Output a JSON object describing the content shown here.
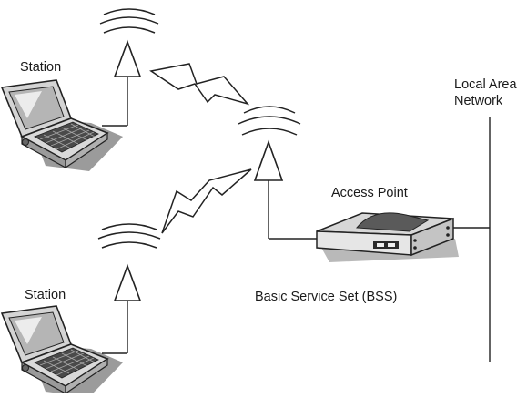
{
  "labels": {
    "station_top": "Station",
    "station_bottom": "Station",
    "access_point": "Access Point",
    "lan_line1": "Local Area",
    "lan_line2": "Network",
    "bss": "Basic Service Set (BSS)"
  },
  "nodes": [
    {
      "id": "station-top",
      "type": "laptop",
      "label_key": "station_top"
    },
    {
      "id": "station-bottom",
      "type": "laptop",
      "label_key": "station_bottom"
    },
    {
      "id": "access-point",
      "type": "access-point",
      "label_key": "access_point"
    },
    {
      "id": "lan",
      "type": "network-bus",
      "label_key": "lan_line1"
    }
  ],
  "links": [
    {
      "from": "station-top",
      "to": "access-point",
      "kind": "wireless"
    },
    {
      "from": "station-bottom",
      "to": "access-point",
      "kind": "wireless"
    },
    {
      "from": "access-point",
      "to": "lan",
      "kind": "wired"
    }
  ],
  "colors": {
    "line": "#333333",
    "laptop_body": "#e0e0e0",
    "laptop_screen": "#bdbdbd",
    "shadow": "#8a8a8a",
    "ap_body": "#e8e8e8",
    "bolt": "#ffffff"
  }
}
